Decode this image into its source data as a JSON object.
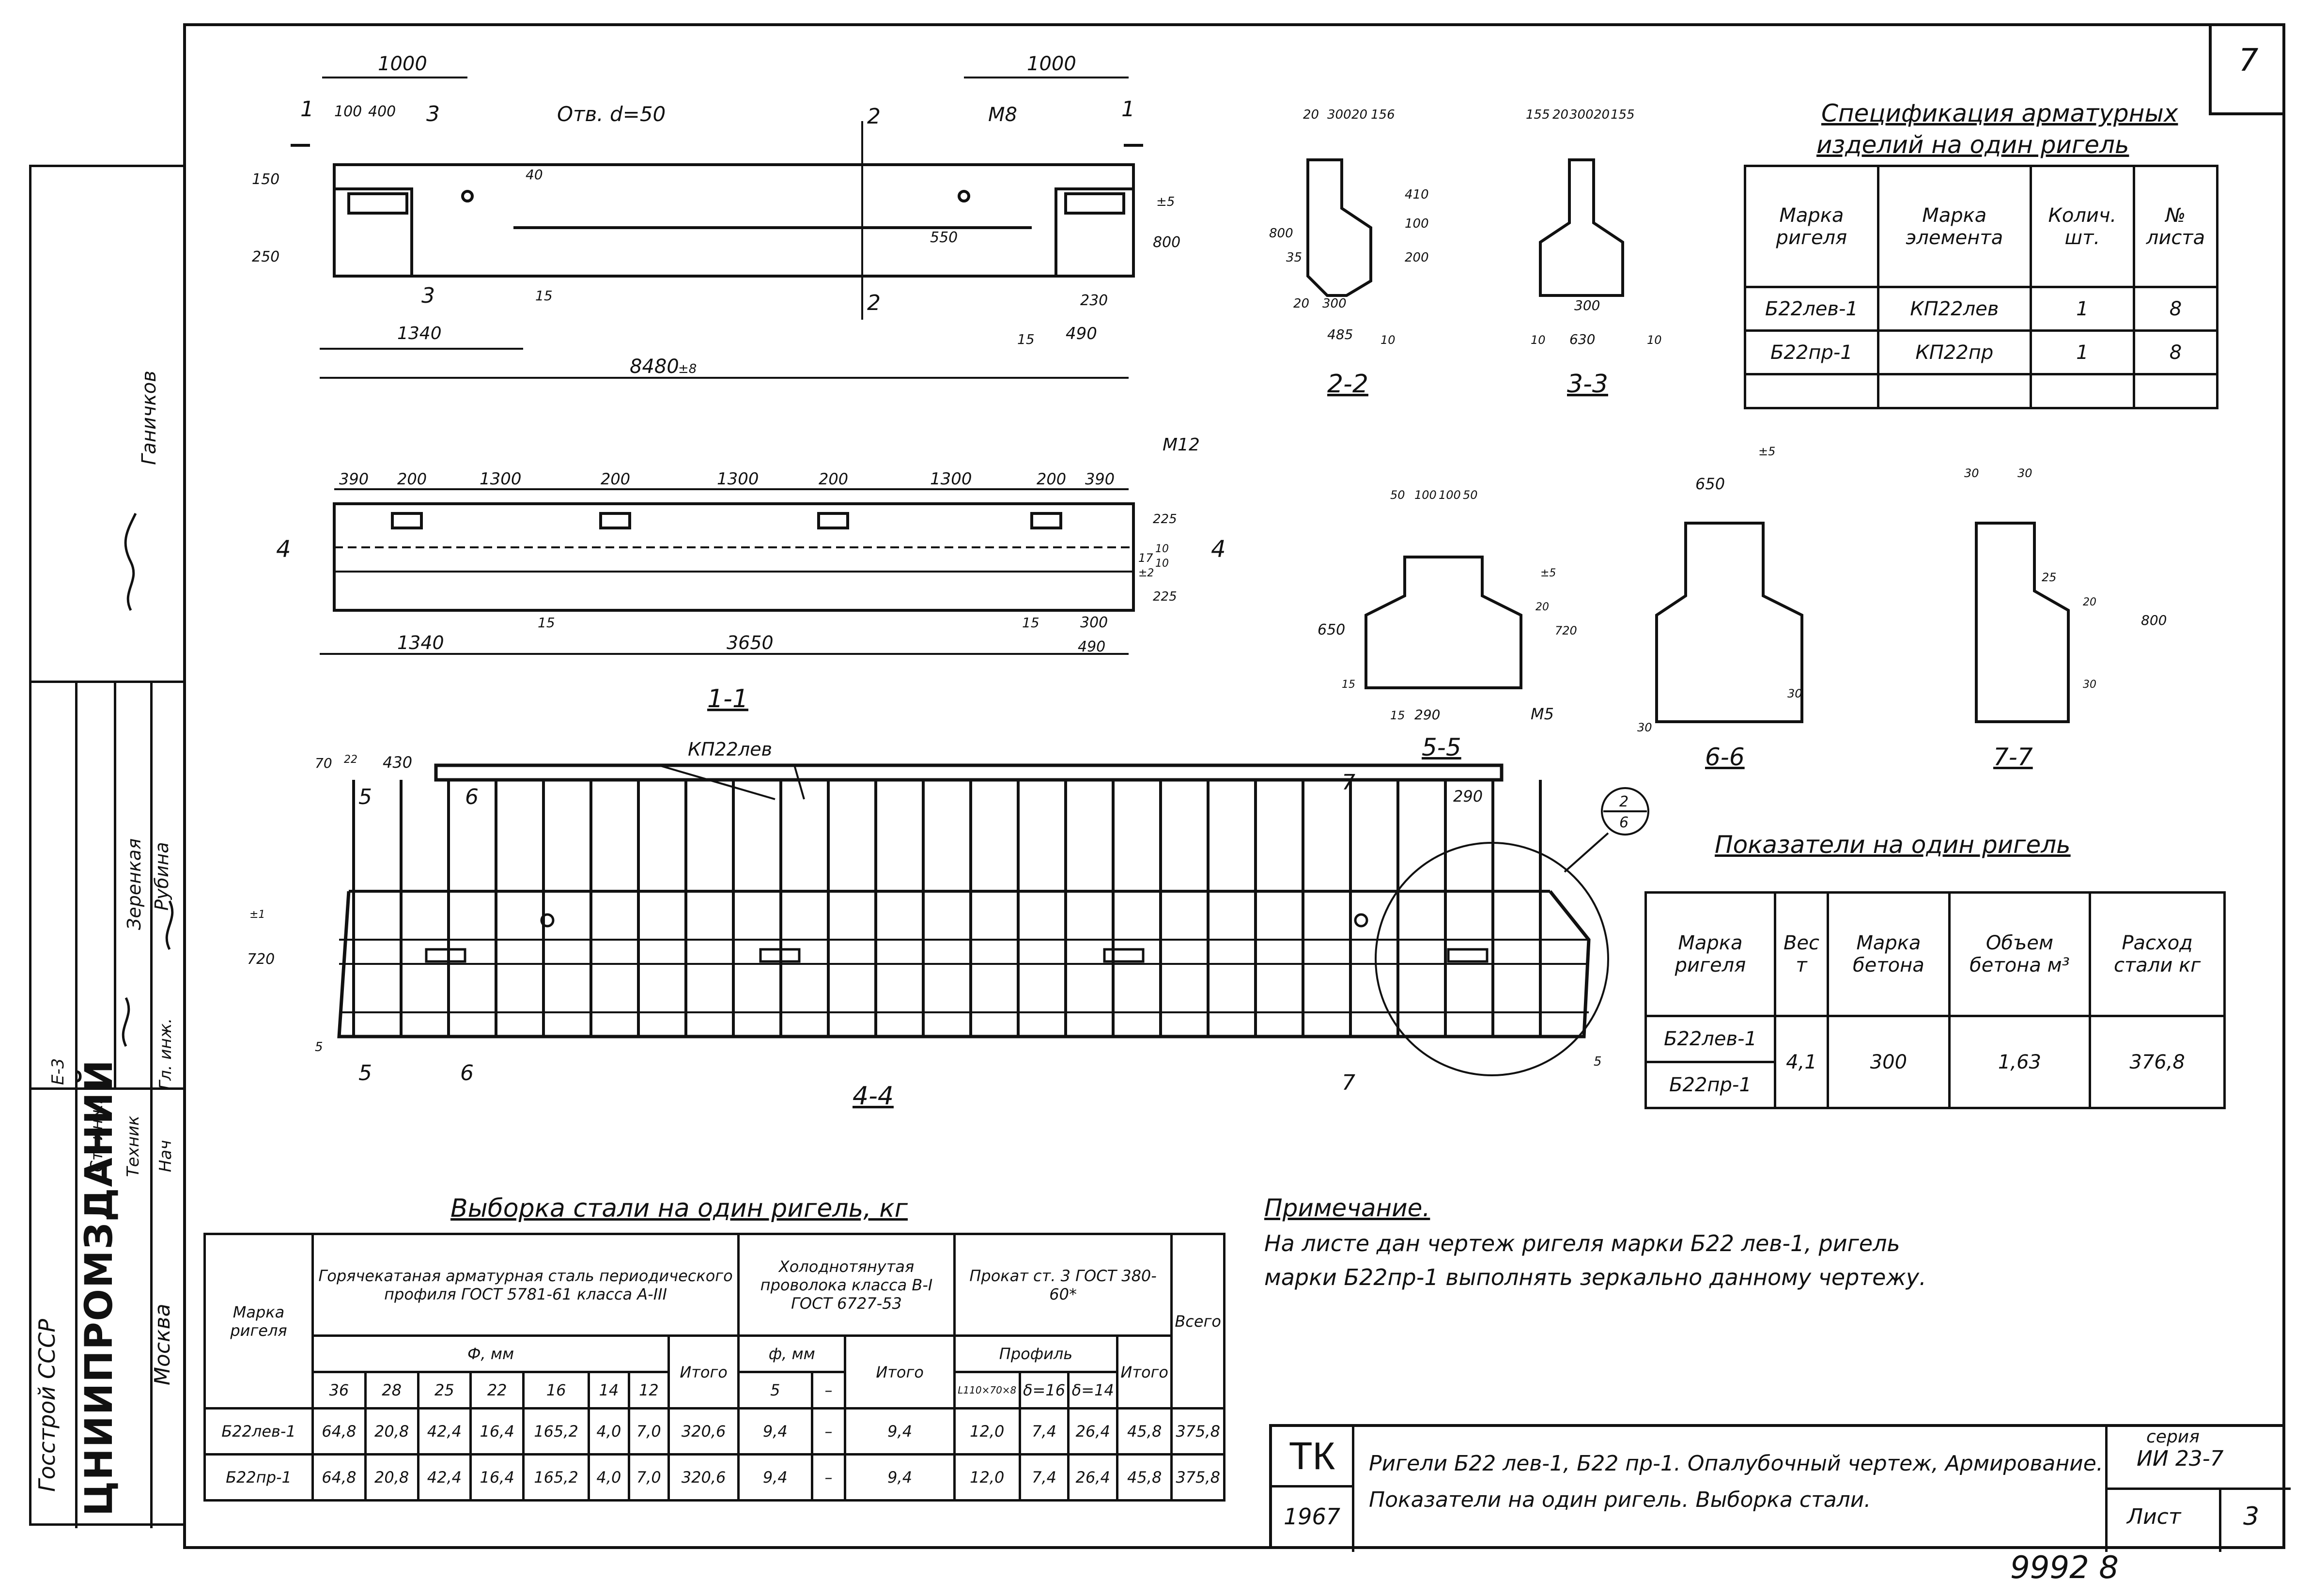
{
  "sheet": {
    "corner_number": "7",
    "bottom_number": "9992 8"
  },
  "left_strip": {
    "org_line1": "Госстрой СССР",
    "org_line2": "ЦНИИПРОМЗДАНИЙ",
    "org_city": "Москва",
    "roles": [
      "Нач",
      "Гл. инж.",
      "Ст. инж.",
      "Техник"
    ],
    "names": [
      "Зеренкая",
      "Рубина"
    ],
    "extra": [
      "Е-3"
    ],
    "checker": "Ганичков"
  },
  "drawing": {
    "elevation": {
      "dims": [
        "1000",
        "1000",
        "100",
        "400",
        "150",
        "250",
        "550",
        "800",
        "1340",
        "8480",
        "40",
        "15",
        "15",
        "230",
        "490"
      ],
      "labels": [
        "Отв. d=50",
        "М8"
      ],
      "marks": [
        "1",
        "1",
        "2",
        "2",
        "3",
        "3"
      ],
      "boxed": [
        "±5",
        "±8"
      ]
    },
    "section_2_2": {
      "title": "2-2",
      "dims": [
        "20",
        "300",
        "20",
        "156",
        "800",
        "35",
        "410",
        "100",
        "200",
        "20",
        "300",
        "485",
        "10"
      ]
    },
    "section_3_3": {
      "title": "3-3",
      "dims": [
        "155",
        "20",
        "300",
        "20",
        "155",
        "300",
        "10",
        "630",
        "10"
      ]
    },
    "plan_1_1": {
      "title": "1-1",
      "dims": [
        "390",
        "200",
        "1300",
        "200",
        "1300",
        "200",
        "1300",
        "200",
        "390",
        "1340",
        "3650",
        "15",
        "15",
        "300",
        "490",
        "225",
        "225",
        "17",
        "10",
        "10"
      ],
      "labels": [
        "М12"
      ],
      "marks": [
        "4",
        "4"
      ],
      "boxed": [
        "±2"
      ]
    },
    "section_5_5": {
      "title": "5-5",
      "dims": [
        "50",
        "100",
        "100",
        "50",
        "650",
        "720",
        "15",
        "15",
        "290",
        "20"
      ],
      "labels": [
        "М5"
      ],
      "boxed": [
        "±5"
      ]
    },
    "section_6_6": {
      "title": "6-6",
      "dims": [
        "650",
        "30",
        "30"
      ],
      "boxed": [
        "±5"
      ]
    },
    "section_7_7": {
      "title": "7-7",
      "dims": [
        "30",
        "30",
        "25",
        "20",
        "800",
        "30"
      ]
    },
    "reinf_4_4": {
      "title": "4-4",
      "dims": [
        "70",
        "430",
        "720",
        "5",
        "290",
        "5"
      ],
      "labels": [
        "КП22лев"
      ],
      "marks": [
        "5",
        "5",
        "6",
        "6",
        "7",
        "7"
      ],
      "callout_top": "2",
      "callout_bottom": "6",
      "boxed": [
        "22",
        "±1"
      ]
    }
  },
  "spec_table": {
    "title_line1": "Спецификация арматурных",
    "title_line2": "изделий на один ригель",
    "headers": [
      "Марка ригеля",
      "Марка элемента",
      "Колич. шт.",
      "№ листа"
    ],
    "rows": [
      [
        "Б22лев-1",
        "КП22лев",
        "1",
        "8"
      ],
      [
        "Б22пр-1",
        "КП22пр",
        "1",
        "8"
      ]
    ]
  },
  "indicators_table": {
    "title": "Показатели на один ригель",
    "headers": [
      "Марка ригеля",
      "Вес т",
      "Марка бетона",
      "Объем бетона м³",
      "Расход стали кг"
    ],
    "rows": [
      [
        "Б22лев-1"
      ],
      [
        "Б22пр-1"
      ]
    ],
    "merged": [
      "4,1",
      "300",
      "1,63",
      "376,8"
    ]
  },
  "steel_table": {
    "title": "Выборка стали на один ригель, кг",
    "col_mark": "Марка ригеля",
    "group1": "Горячекатаная арматурная сталь периодического профиля ГОСТ 5781-61 класса А-III",
    "group1_sub": "Ф, мм",
    "group1_cols": [
      "36",
      "28",
      "25",
      "22",
      "16",
      "14",
      "12"
    ],
    "group1_total": "Итого",
    "group2": "Холоднотянутая проволока класса В-I ГОСТ 6727-53",
    "group2_sub": "ф, мм",
    "group2_cols": [
      "5",
      "–"
    ],
    "group2_total": "Итого",
    "group3": "Прокат ст. 3 ГОСТ 380-60*",
    "group3_sub": "Профиль",
    "group3_cols": [
      "L110×70×8",
      "δ=16",
      "δ=14"
    ],
    "group3_total": "Итого",
    "col_all": "Всего",
    "rows": [
      [
        "Б22лев-1",
        "64,8",
        "20,8",
        "42,4",
        "16,4",
        "165,2",
        "4,0",
        "7,0",
        "320,6",
        "9,4",
        "–",
        "9,4",
        "12,0",
        "7,4",
        "26,4",
        "45,8",
        "375,8"
      ],
      [
        "Б22пр-1",
        "64,8",
        "20,8",
        "42,4",
        "16,4",
        "165,2",
        "4,0",
        "7,0",
        "320,6",
        "9,4",
        "–",
        "9,4",
        "12,0",
        "7,4",
        "26,4",
        "45,8",
        "375,8"
      ]
    ]
  },
  "note": {
    "title": "Примечание.",
    "line1": "На листе дан чертеж ригеля марки Б22 лев-1, ригель",
    "line2": "марки Б22пр-1 выполнять зеркально данному чертежу."
  },
  "title_block": {
    "tk": "ТК",
    "year": "1967",
    "title_line1": "Ригели Б22 лев-1, Б22 пр-1. Опалубочный чертеж, Армирование.",
    "title_line2": "Показатели на один ригель. Выборка стали.",
    "series_label": "серия",
    "series_value": "ИИ 23-7",
    "sheet_label": "Лист",
    "sheet_value": "3"
  }
}
